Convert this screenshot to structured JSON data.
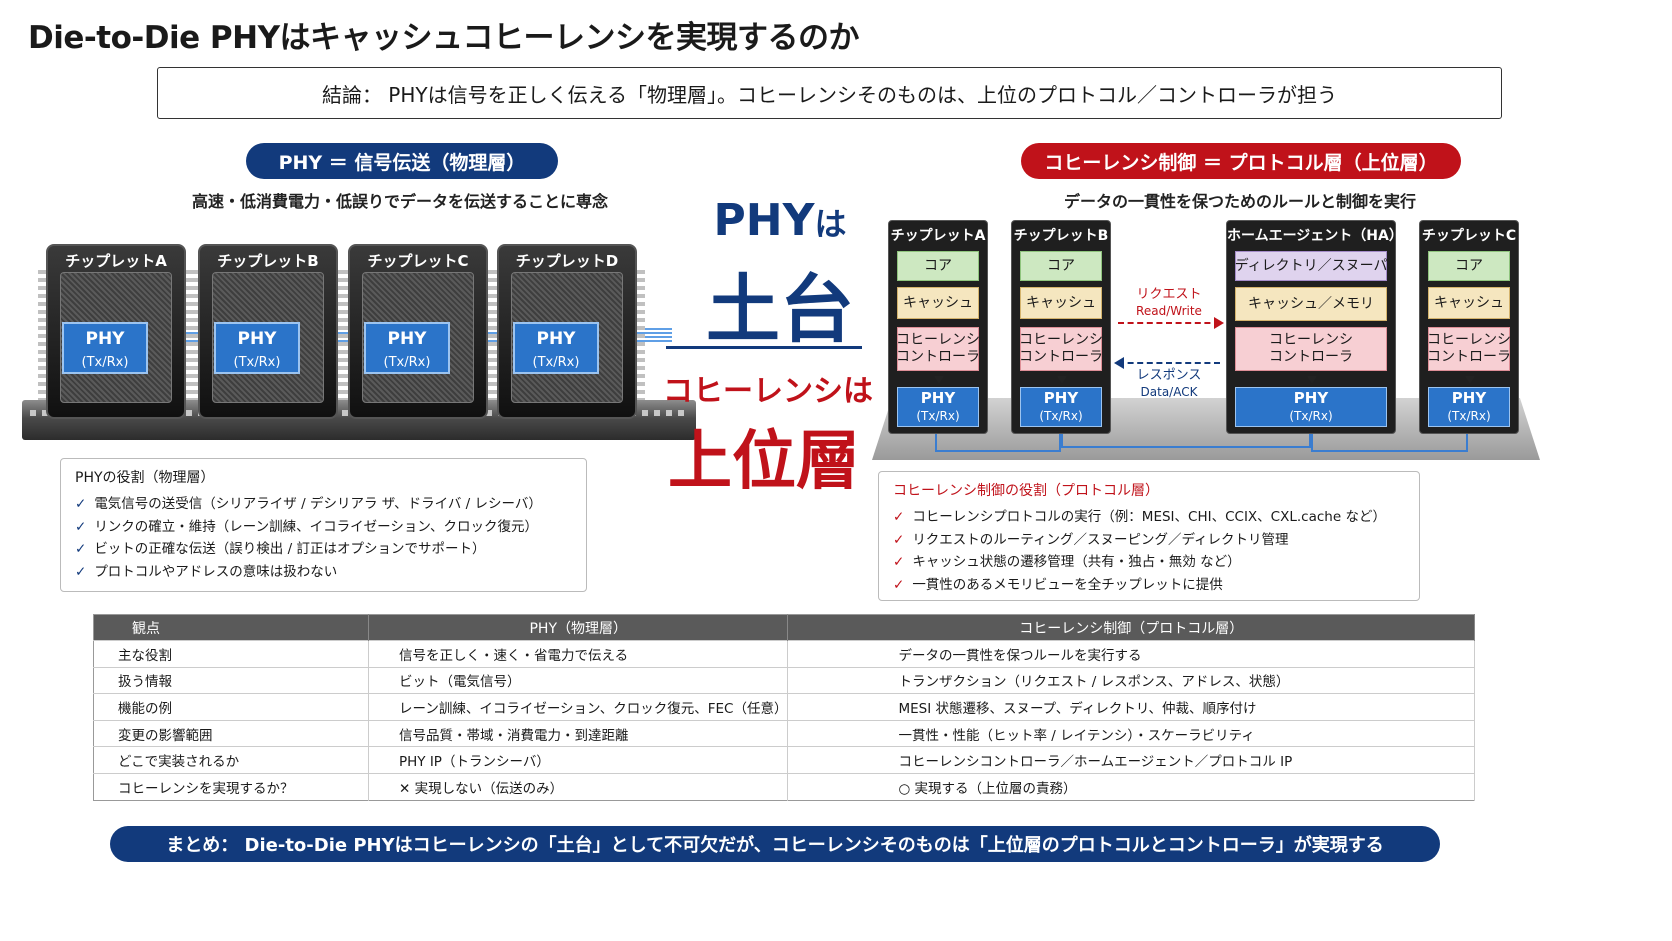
{
  "title": "Die-to-Die PHYはキャッシュコヒーレンシを実現するのか",
  "conclusion": "結論： PHYは信号を正しく伝える「物理層」。コヒーレンシそのものは、上位のプロトコル／コントローラが担う",
  "phy_side": {
    "pill": "PHY ＝ 信号伝送（物理層）",
    "subtitle": "高速・低消費電力・低誤りでデータを伝送することに専念",
    "chips": [
      {
        "name": "チップレットA"
      },
      {
        "name": "チップレットB"
      },
      {
        "name": "チップレットC"
      },
      {
        "name": "チップレットD"
      }
    ],
    "phy_label": "PHY",
    "phy_sub": "(Tx/Rx)"
  },
  "center": {
    "phy_ha_main": "PHY",
    "phy_ha_suffix": "は",
    "dodai": "土台",
    "coherency_ha": "コヒーレンシは",
    "joui": "上位層"
  },
  "coherency_side": {
    "pill": "コヒーレンシ制御 ＝ プロトコル層（上位層）",
    "subtitle": "データの一貫性を保つためのルールと制御を実行",
    "chiplet_a": {
      "title": "チップレットA",
      "core": "コア",
      "cache": "キャッシュ",
      "ctrl": "コヒーレンシ\nコントローラ"
    },
    "chiplet_b": {
      "title": "チップレットB",
      "core": "コア",
      "cache": "キャッシュ",
      "ctrl": "コヒーレンシ\nコントローラ"
    },
    "home_agent": {
      "title": "ホームエージェント（HA）",
      "dir": "ディレクトリ／スヌーパ",
      "mem": "キャッシュ／メモリ",
      "ctrl": "コヒーレンシ\nコントローラ"
    },
    "chiplet_c": {
      "title": "チップレットC",
      "core": "コア",
      "cache": "キャッシュ",
      "ctrl": "コヒーレンシ\nコントローラ"
    },
    "request": "リクエスト",
    "request_sub": "Read/Write",
    "response": "レスポンス",
    "response_sub": "Data/ACK"
  },
  "phy_role": {
    "heading": "PHYの役割（物理層）",
    "check": "✓",
    "items": [
      "電気信号の送受信（シリアライザ / デシリアラ ザ、ドライバ / レシーバ）",
      "リンクの確立・維持（レーン訓練、イコライゼーション、クロック復元）",
      "ビットの正確な伝送（誤り検出 / 訂正はオプションでサポート）",
      "プロトコルやアドレスの意味は扱わない"
    ]
  },
  "coh_role": {
    "heading": "コヒーレンシ制御の役割（プロトコル層）",
    "check": "✓",
    "items": [
      "コヒーレンシプロトコルの実行（例：MESI、CHI、CCIX、CXL.cache など）",
      "リクエストのルーティング／スヌーピング／ディレクトリ管理",
      "キャッシュ状態の遷移管理（共有・独占・無効 など）",
      "一貫性のあるメモリビューを全チップレットに提供"
    ]
  },
  "table": {
    "headers": [
      "観点",
      "PHY（物理層）",
      "コヒーレンシ制御（プロトコル層）"
    ],
    "rows": [
      [
        "主な役割",
        "信号を正しく・速く・省電力で伝える",
        "データの一貫性を保つルールを実行する"
      ],
      [
        "扱う情報",
        "ビット（電気信号）",
        "トランザクション（リクエスト / レスポンス、アドレス、状態）"
      ],
      [
        "機能の例",
        "レーン訓練、イコライゼーション、クロック復元、FEC（任意）",
        "MESI 状態遷移、スヌープ、ディレクトリ、仲裁、順序付け"
      ],
      [
        "変更の影響範囲",
        "信号品質・帯域・消費電力・到達距離",
        "一貫性・性能（ヒット率 / レイテンシ）・スケーラビリティ"
      ],
      [
        "どこで実装されるか",
        "PHY IP（トランシーバ）",
        "コヒーレンシコントローラ／ホームエージェント／プロトコル IP"
      ],
      [
        "コヒーレンシを実現するか？",
        "✕ 実現しない（伝送のみ）",
        "○ 実現する（上位層の責務）"
      ]
    ]
  },
  "summary": "まとめ： Die-to-Die PHYはコヒーレンシの「土台」として不可欠だが、コヒーレンシそのものは「上位層のプロトコルとコントローラ」が実現する",
  "colors": {
    "navy": "#123a7c",
    "red": "#c0121a",
    "phy_blue": "#2b74c9"
  }
}
